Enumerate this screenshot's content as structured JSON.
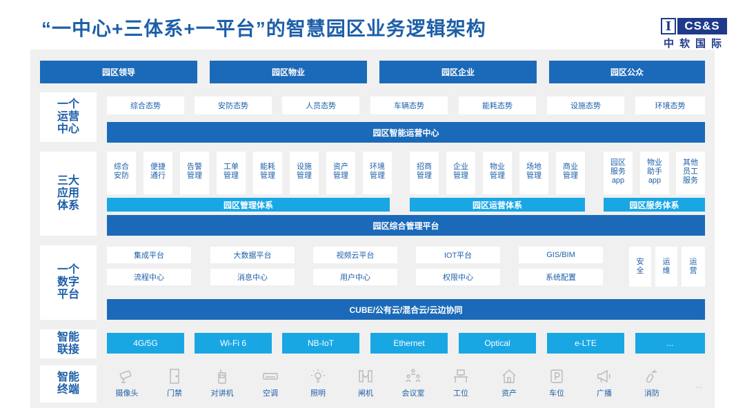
{
  "title": "“一中心+三体系+一平台”的智慧园区业务逻辑架构",
  "logo": {
    "box": "I",
    "text": "CS&S",
    "cn": "中软国际"
  },
  "roles": [
    "园区领导",
    "园区物业",
    "园区企业",
    "园区公众"
  ],
  "ops": {
    "label": "一个\n运营\n中心",
    "items": [
      "综合态势",
      "安防态势",
      "人员态势",
      "车辆态势",
      "能耗态势",
      "设施态势",
      "环境态势"
    ],
    "bar": "园区智能运营中心"
  },
  "apps": {
    "label": "三大\n应用\n体系",
    "management": [
      "综合\n安防",
      "便捷\n通行",
      "告警\n管理",
      "工单\n管理",
      "能耗\n管理",
      "设施\n管理",
      "资产\n管理",
      "环境\n管理"
    ],
    "operations": [
      "招商\n管理",
      "企业\n管理",
      "物业\n管理",
      "场地\n管理",
      "商业\n管理"
    ],
    "services": [
      "园区\n服务\napp",
      "物业\n助手\napp",
      "其他\n员工\n服务"
    ],
    "systems": [
      "园区管理体系",
      "园区运营体系",
      "园区服务体系"
    ],
    "bar": "园区综合管理平台"
  },
  "digital": {
    "label": "一个\n数字\n平台",
    "row1": [
      "集成平台",
      "大数据平台",
      "视频云平台",
      "IOT平台",
      "GIS/BIM"
    ],
    "row2": [
      "流程中心",
      "消息中心",
      "用户中心",
      "权限中心",
      "系统配置"
    ],
    "side": [
      "安\n全",
      "运\n维",
      "运\n营"
    ],
    "bar": "CUBE/公有云/混合云/云边协同"
  },
  "connect": {
    "label": "智能\n联接",
    "items": [
      "4G/5G",
      "Wi-Fi 6",
      "NB-IoT",
      "Ethernet",
      "Optical",
      "e-LTE",
      "..."
    ]
  },
  "terminals": {
    "label": "智能\n终端",
    "items": [
      {
        "label": "摄像头",
        "icon": "camera-icon"
      },
      {
        "label": "门禁",
        "icon": "door-icon"
      },
      {
        "label": "对讲机",
        "icon": "walkie-talkie-icon"
      },
      {
        "label": "空调",
        "icon": "air-conditioner-icon"
      },
      {
        "label": "照明",
        "icon": "light-icon"
      },
      {
        "label": "闸机",
        "icon": "gate-icon"
      },
      {
        "label": "会议室",
        "icon": "meeting-room-icon"
      },
      {
        "label": "工位",
        "icon": "workstation-icon"
      },
      {
        "label": "资产",
        "icon": "asset-icon"
      },
      {
        "label": "车位",
        "icon": "parking-icon"
      },
      {
        "label": "广播",
        "icon": "broadcast-icon"
      },
      {
        "label": "消防",
        "icon": "fire-extinguisher-icon"
      }
    ],
    "more": "..."
  },
  "colors": {
    "dark_blue": "#1b6ab9",
    "cyan": "#19a7e4",
    "text_blue": "#1d5fa8",
    "panel": "#f0f0f0"
  }
}
